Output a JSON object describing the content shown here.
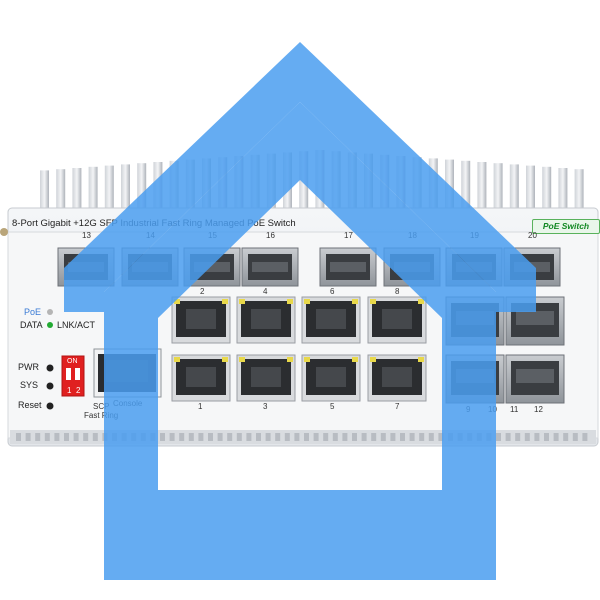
{
  "device": {
    "title": "8-Port Gigabit +12G SFP Industrial Fast Ring Managed PoE Switch",
    "brand_badge": "PoE Switch"
  },
  "top_sfp_port_numbers": [
    "13",
    "14",
    "15",
    "16",
    "17",
    "18",
    "19",
    "20"
  ],
  "upper_port_row_numbers": [
    "2",
    "4",
    "6",
    "8"
  ],
  "lower_port_row_numbers": [
    "1",
    "3",
    "5",
    "7"
  ],
  "right_sfp_numbers": [
    "9",
    "10",
    "11",
    "12"
  ],
  "indicators": {
    "poe": "PoE",
    "data": "DATA",
    "lnk_act": "LNK/ACT",
    "pwr": "PWR",
    "sys": "SYS",
    "reset": "Reset"
  },
  "dip_switch": {
    "on_label": "ON",
    "pin1": "1",
    "pin2": "2",
    "scp": "SCP",
    "fast_ring": "Fast Ring"
  },
  "console_label": "Console",
  "colors": {
    "home_icon": "#4a9df0",
    "brand_green": "#118822",
    "dip_red": "#e02020",
    "led_green": "#22aa33",
    "port_led_yellow": "#e8d84a"
  },
  "overlay_icon": "home-icon"
}
